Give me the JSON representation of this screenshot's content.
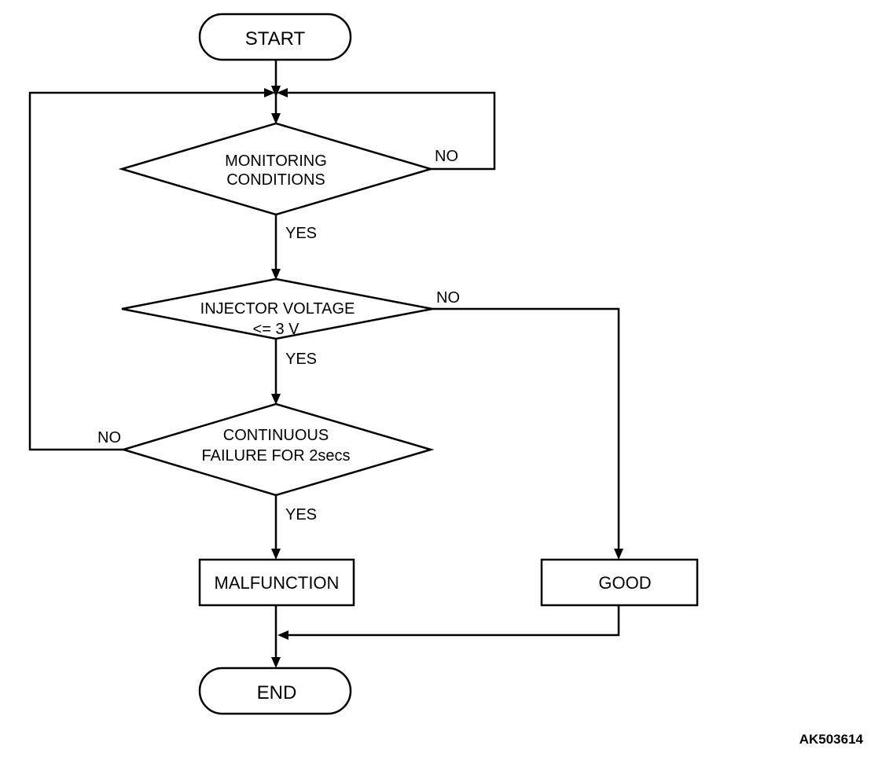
{
  "flowchart": {
    "start": "START",
    "decision_1": {
      "line1": "MONITORING",
      "line2": "CONDITIONS",
      "yes": "YES",
      "no": "NO"
    },
    "decision_2": {
      "line1": "INJECTOR VOLTAGE",
      "line2": "<= 3 V",
      "yes": "YES",
      "no": "NO"
    },
    "decision_3": {
      "line1": "CONTINUOUS",
      "line2": "FAILURE FOR 2secs",
      "yes": "YES",
      "no": "NO"
    },
    "malfunction": "MALFUNCTION",
    "good": "GOOD",
    "end": "END"
  },
  "figure_id": "AK503614"
}
